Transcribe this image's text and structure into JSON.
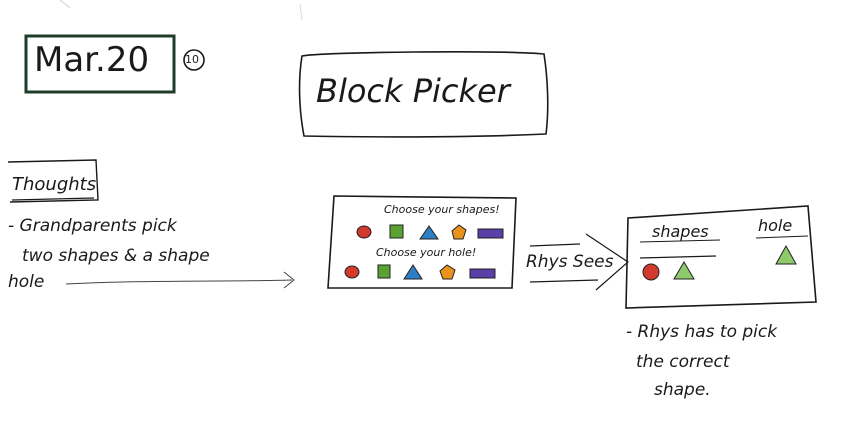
{
  "date": {
    "text": "Mar.20",
    "page_number": "10"
  },
  "title": "Block Picker",
  "thoughts": {
    "heading": "Thoughts",
    "lines": [
      "- Grandparents pick",
      "two shapes & a shape",
      "hole"
    ]
  },
  "grandparent_screen": {
    "prompt_shapes": "Choose your shapes!",
    "prompt_hole": "Choose your hole!"
  },
  "transition_label": "Rhys Sees",
  "rhys_screen": {
    "shapes_header": "shapes",
    "hole_header": "hole"
  },
  "rhys_note": [
    "- Rhys has to pick",
    "the correct",
    "shape."
  ],
  "colors": {
    "ink": "#1a1a1a",
    "date_box": "#1f3d2a",
    "red": "#d23a2e",
    "green": "#5aa332",
    "green_light": "#8ec96a",
    "blue": "#2c7fc4",
    "orange": "#e8941c",
    "purple": "#5a3fa8"
  },
  "shape_icons": [
    "red-circle",
    "green-square",
    "blue-triangle",
    "orange-pentagon",
    "purple-rectangle"
  ]
}
